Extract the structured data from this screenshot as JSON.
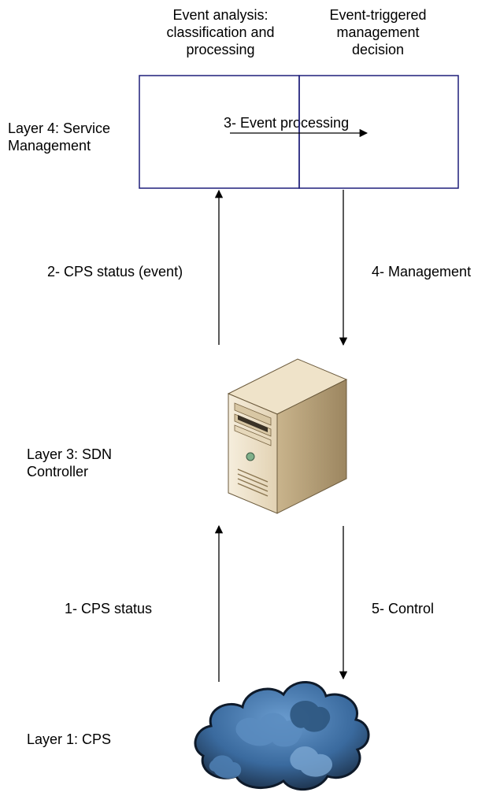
{
  "layers": {
    "layer4": "Layer 4: Service\nManagement",
    "layer3": "Layer 3: SDN\nController",
    "layer1": "Layer 1: CPS"
  },
  "boxes": {
    "left_header": "Event analysis:\nclassification and\nprocessing",
    "right_header": "Event-triggered\nmanagement\ndecision",
    "processing_label": "3- Event processing"
  },
  "flows": {
    "step1": "1- CPS status",
    "step2": "2- CPS status (event)",
    "step4": "4- Management",
    "step5": "5- Control"
  },
  "colors": {
    "box_border": "#1f1f7a",
    "arrow": "#000000",
    "server_body": "#e9dcc3",
    "server_shade": "#b9a57f",
    "cloud_fill": "#3f73a8",
    "cloud_dark": "#0e1a2a"
  },
  "icons": {
    "controller": "server-icon",
    "cps": "cloud-icon"
  }
}
